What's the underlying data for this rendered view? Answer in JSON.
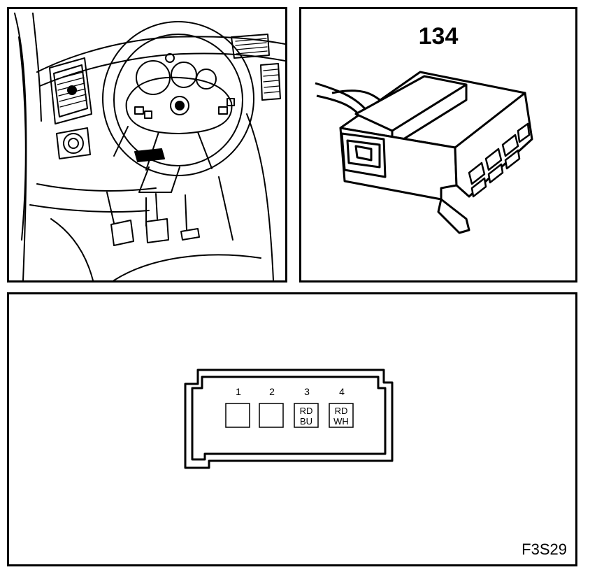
{
  "connector": {
    "number": "134"
  },
  "pinout": {
    "pins": [
      {
        "num": "1",
        "wire_top": "",
        "wire_bottom": ""
      },
      {
        "num": "2",
        "wire_top": "",
        "wire_bottom": ""
      },
      {
        "num": "3",
        "wire_top": "RD",
        "wire_bottom": "BU"
      },
      {
        "num": "4",
        "wire_top": "RD",
        "wire_bottom": "WH"
      }
    ]
  },
  "figure": {
    "code": "F3S29"
  }
}
